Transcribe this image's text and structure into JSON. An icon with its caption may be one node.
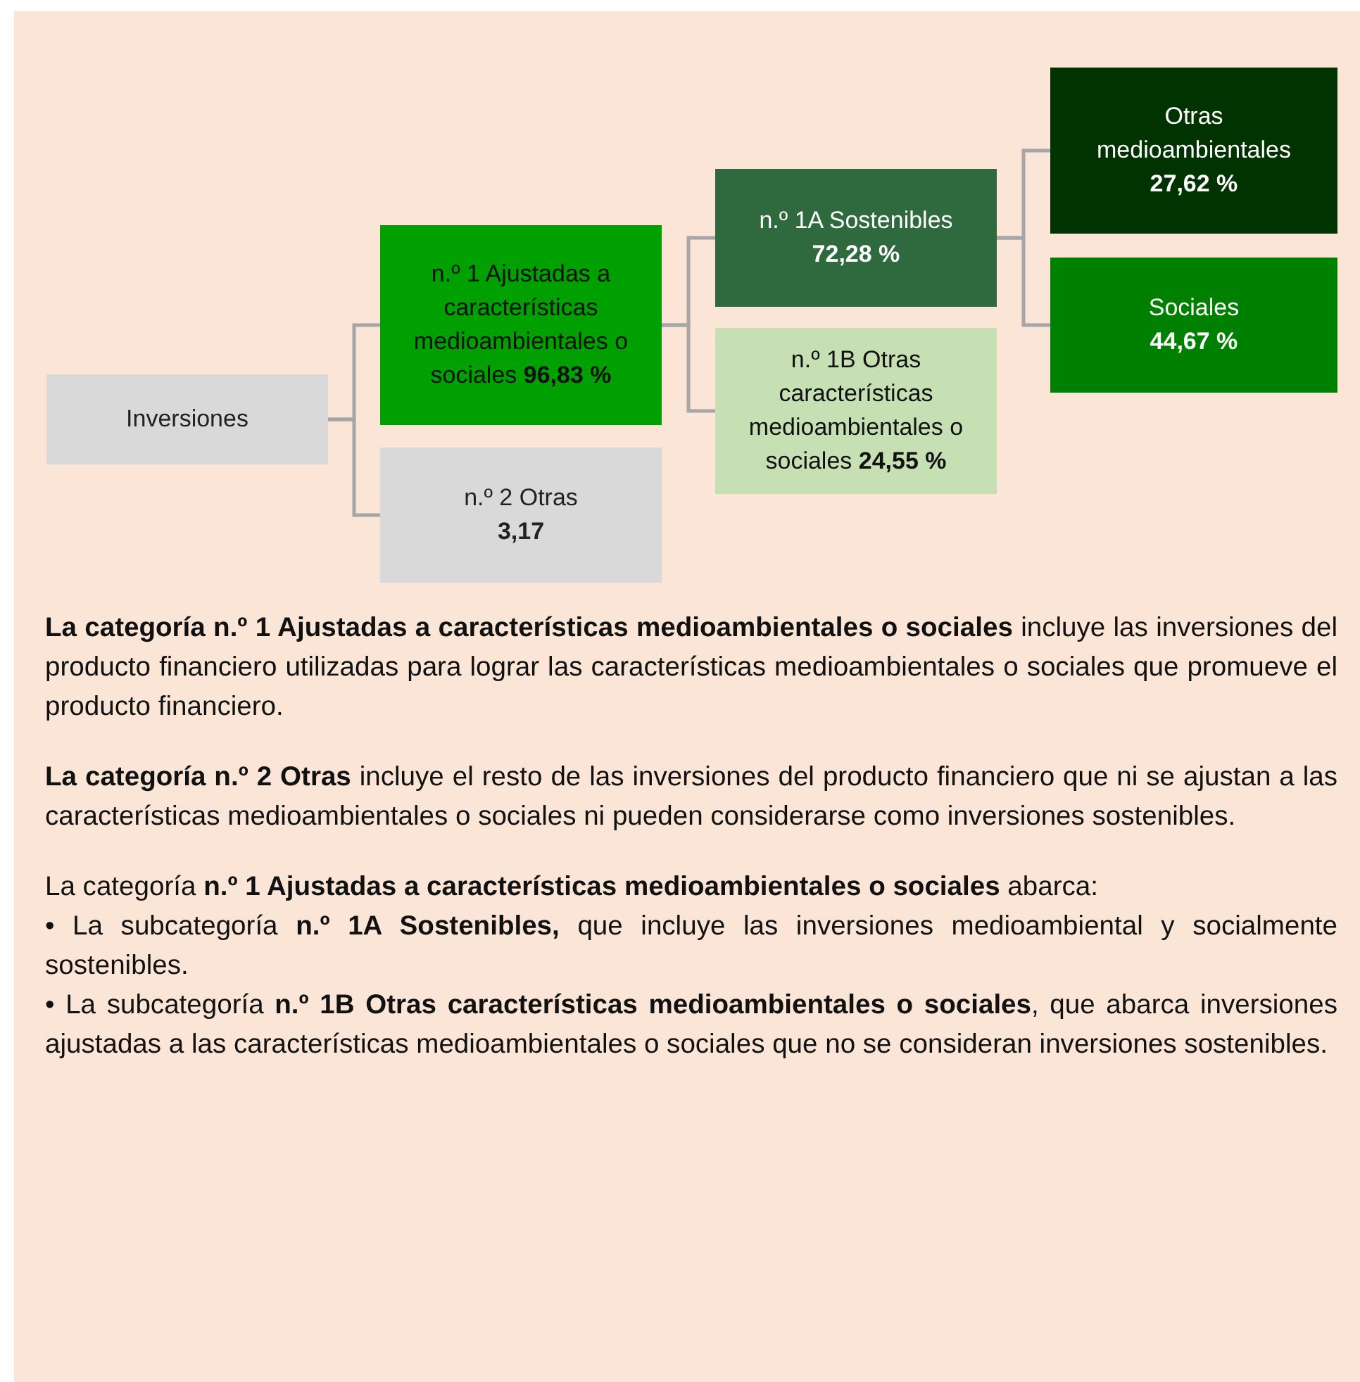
{
  "diagram": {
    "nodes": [
      {
        "text": [
          "Inversiones"
        ]
      },
      {
        "text": [
          "n.º 1 Ajustadas a características medioambientales o sociales **96,83 %**"
        ]
      },
      {
        "text": [
          "n.º 2 Otras",
          "3,17"
        ]
      },
      {
        "text": [
          "n.º 1A Sostenibles",
          "72,28 %"
        ]
      },
      {
        "text": [
          "n.º 1B Otras características medioambientales o sociales **24,55 %**"
        ]
      },
      {
        "text": [
          "Otras medioambientales",
          "27,62 %"
        ]
      },
      {
        "text": [
          "Sociales",
          "44,67 %"
        ]
      }
    ],
    "edges": [
      {
        "from": 0,
        "to": 1,
        "arrow": "none"
      },
      {
        "from": 0,
        "to": 2,
        "arrow": "none"
      },
      {
        "from": 1,
        "to": 3,
        "arrow": "none"
      },
      {
        "from": 1,
        "to": 4,
        "arrow": "none"
      },
      {
        "from": 3,
        "to": 5,
        "arrow": "none"
      },
      {
        "from": 3,
        "to": 6,
        "arrow": "none"
      }
    ],
    "labels": [
      "**La categoría n.º 1 Ajustadas a características medioambientales o sociales** incluye las inversiones del producto financiero utilizadas para lograr las características medioambientales o sociales que promueve el producto financiero.",
      "**La categoría n.º 2 Otras** incluye el resto de las inversiones del producto financiero que ni se ajustan a las características medioambientales o sociales ni pueden considerarse como inversiones sostenibles.",
      "La categoría **n.º 1 Ajustadas a características medioambientales o sociales** abarca:",
      "• La subcategoría **n.º 1A Sostenibles,** que incluye las inversiones medioambiental y socialmente sostenibles.",
      "• La subcategoría **n.º 1B Otras características medioambientales o sociales**, que abarca inversiones ajustadas a las características medioambientales o sociales que no se consideran inversiones sostenibles."
    ]
  }
}
